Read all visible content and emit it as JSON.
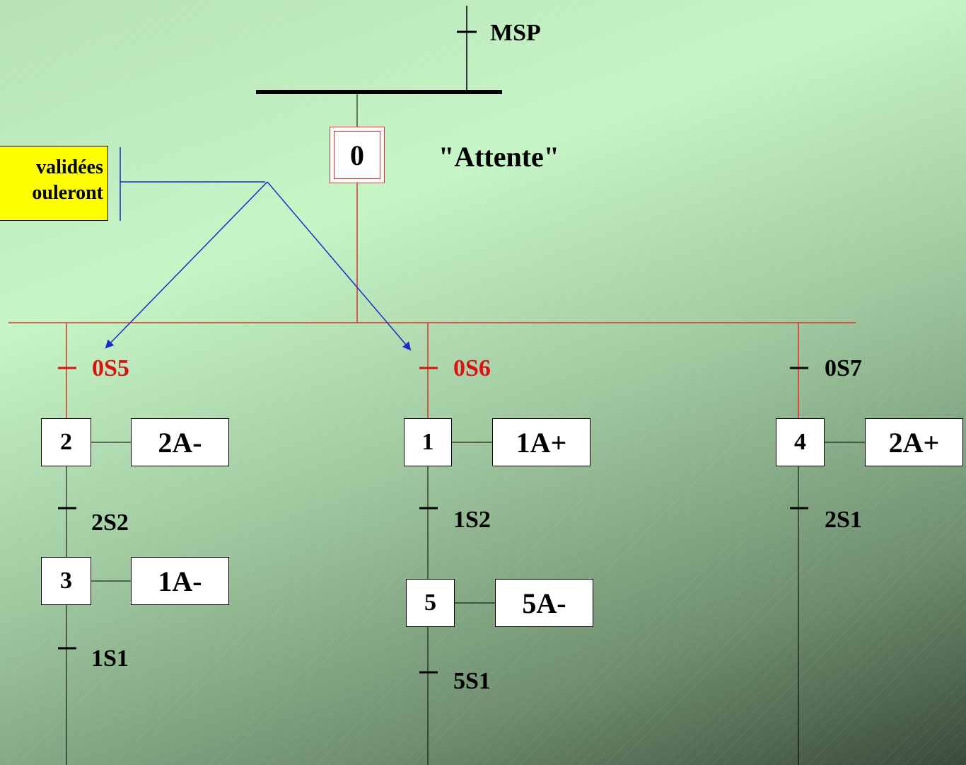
{
  "top_transition": {
    "label": "MSP"
  },
  "initial_step": {
    "number": "0",
    "comment": "\"Attente\""
  },
  "note": {
    "lines": [
      "validées",
      "ouleront"
    ]
  },
  "branches": [
    {
      "transition": "0S5",
      "steps": [
        {
          "number": "2",
          "action": "2A-",
          "transition": "2S2"
        },
        {
          "number": "3",
          "action": "1A-",
          "transition": "1S1"
        }
      ]
    },
    {
      "transition": "0S6",
      "steps": [
        {
          "number": "1",
          "action": "1A+",
          "transition": "1S2"
        },
        {
          "number": "5",
          "action": "5A-",
          "transition": "5S1"
        }
      ]
    },
    {
      "transition": "0S7",
      "steps": [
        {
          "number": "4",
          "action": "2A+",
          "transition": "2S1"
        }
      ]
    }
  ],
  "colors": {
    "active_red": "#e01010",
    "link_blue": "#1a2acc",
    "note_yellow": "#ffff00"
  }
}
